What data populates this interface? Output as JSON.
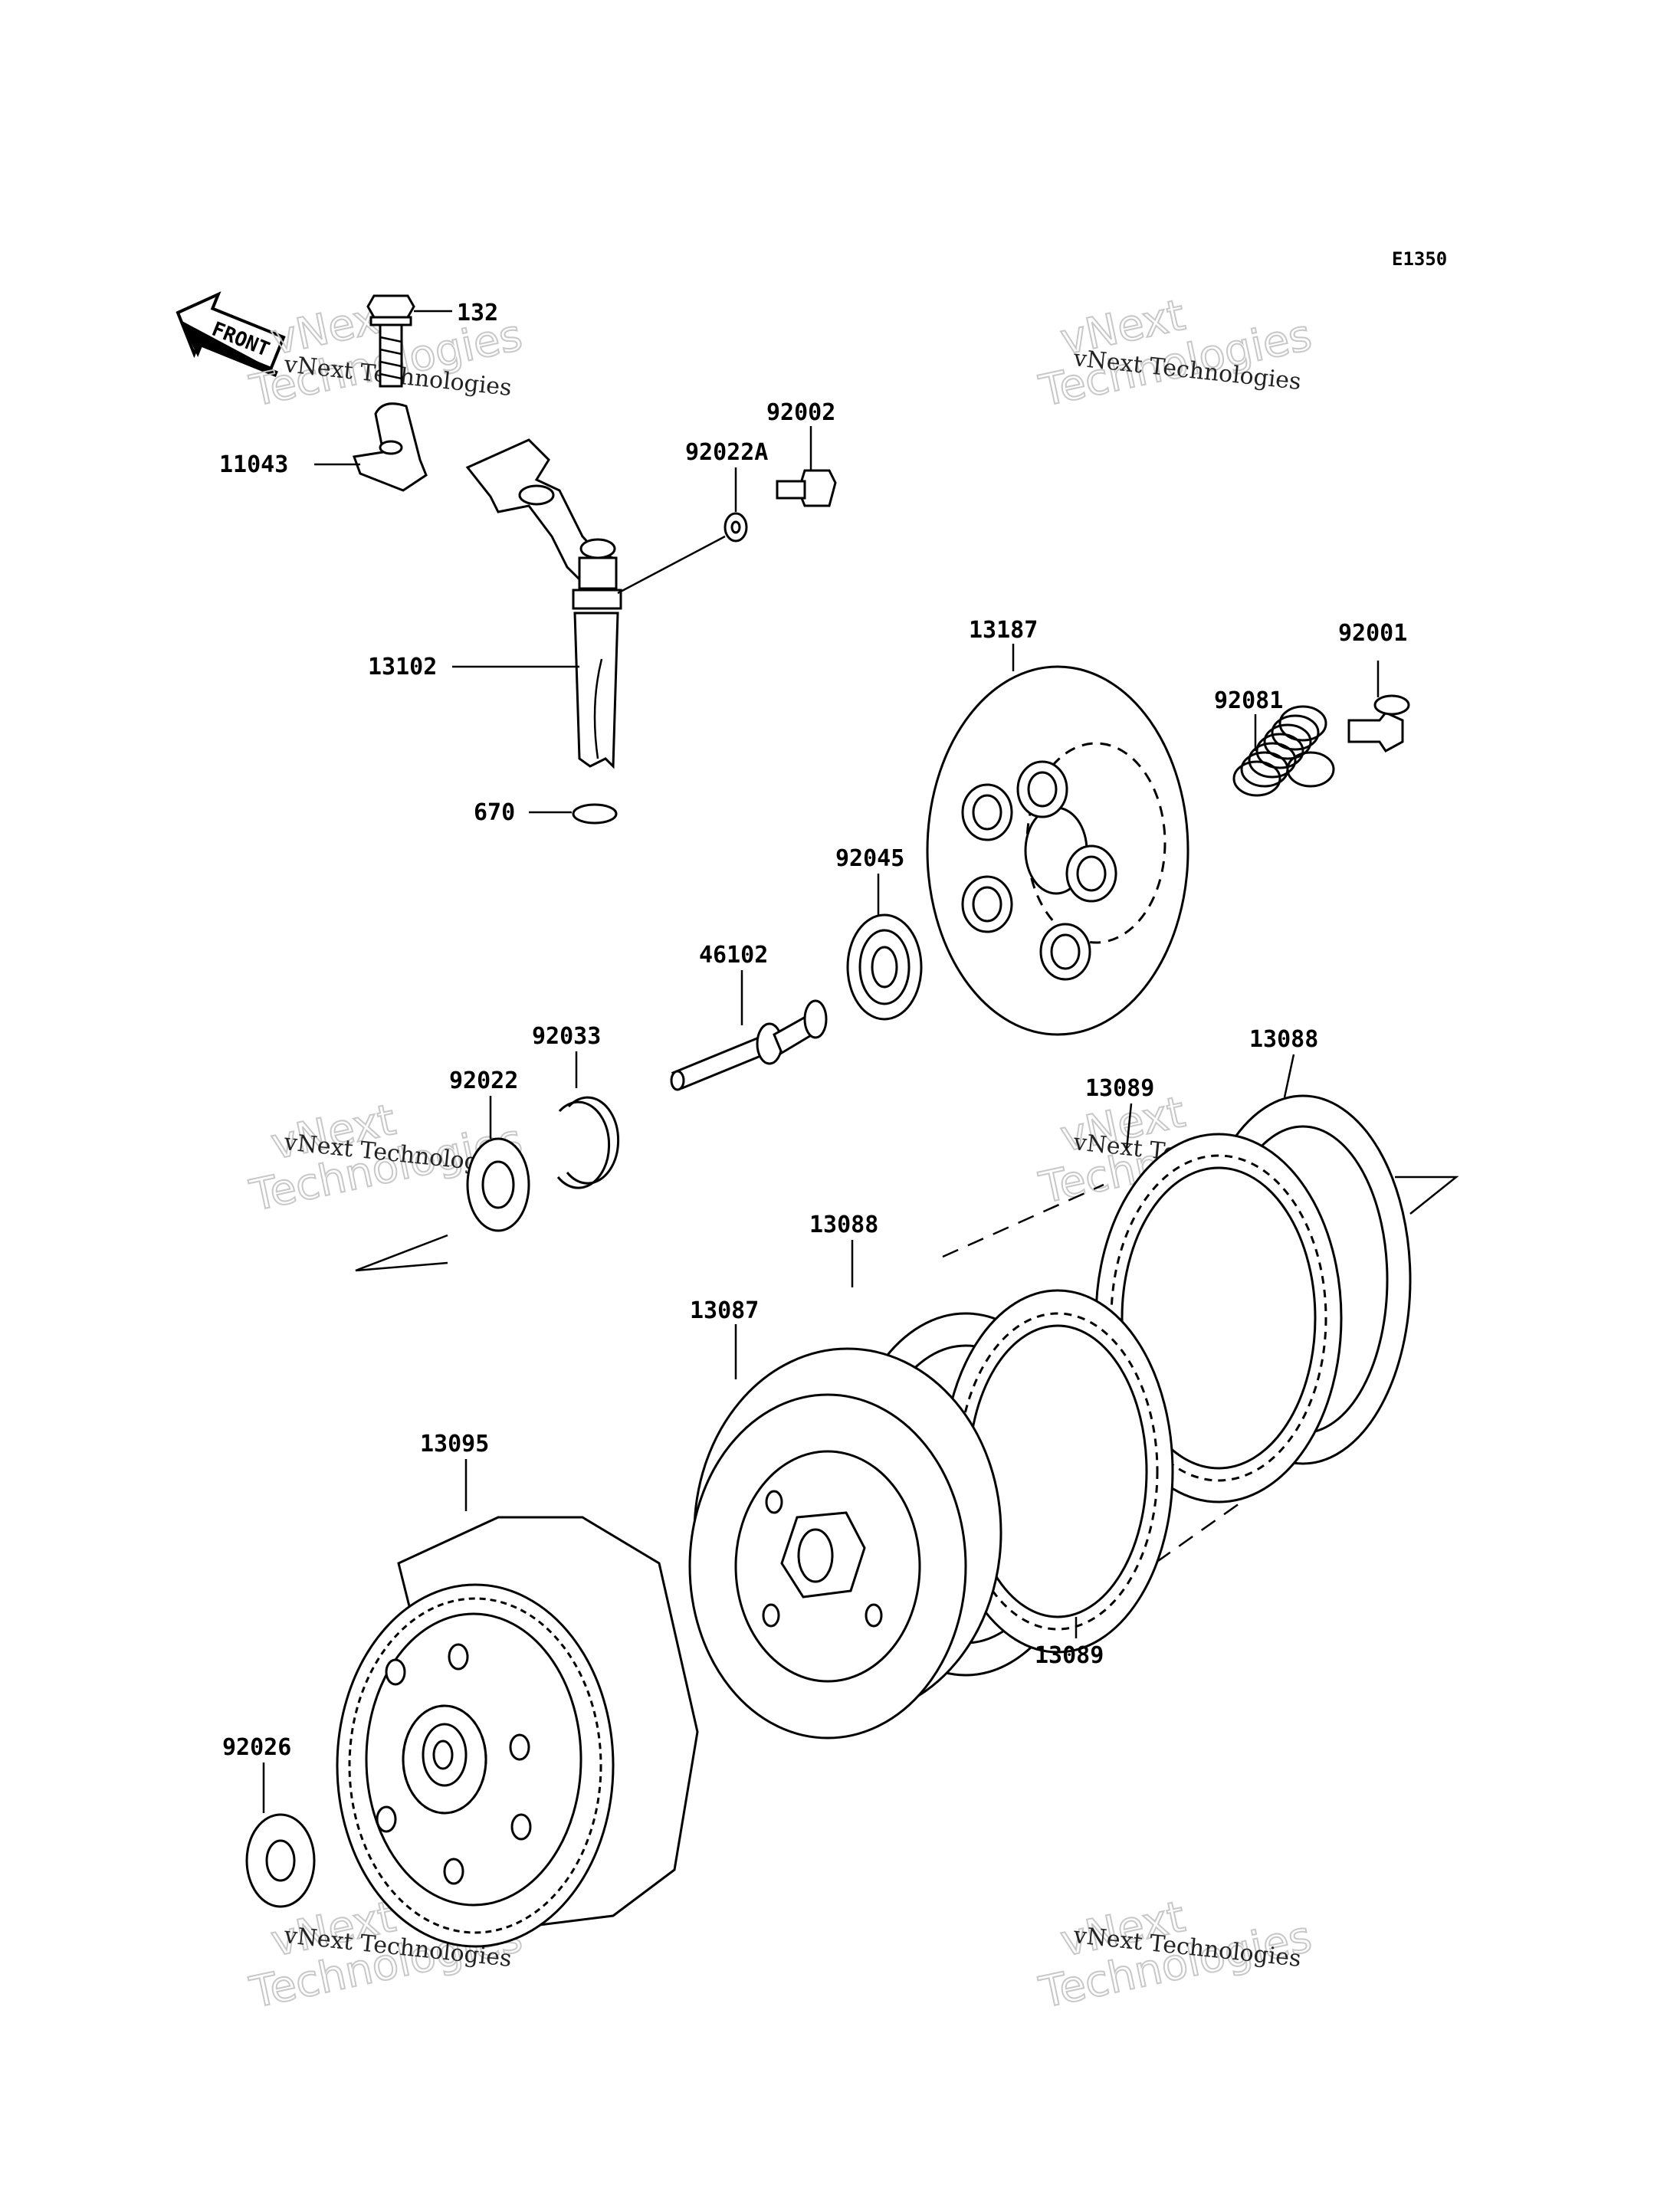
{
  "diagram_code": "E1350",
  "front_label": "FRONT",
  "watermark": {
    "line1": "vNext",
    "line2": "Technologies",
    "caption": "vNext Technologies"
  },
  "parts": [
    {
      "id": "p132",
      "label": "132"
    },
    {
      "id": "p11043",
      "label": "11043"
    },
    {
      "id": "p92002",
      "label": "92002"
    },
    {
      "id": "p92022A",
      "label": "92022A"
    },
    {
      "id": "p13102",
      "label": "13102"
    },
    {
      "id": "p670",
      "label": "670"
    },
    {
      "id": "p13187",
      "label": "13187"
    },
    {
      "id": "p92001",
      "label": "92001"
    },
    {
      "id": "p92081",
      "label": "92081"
    },
    {
      "id": "p92045",
      "label": "92045"
    },
    {
      "id": "p46102",
      "label": "46102"
    },
    {
      "id": "p92033",
      "label": "92033"
    },
    {
      "id": "p92022",
      "label": "92022"
    },
    {
      "id": "p13088a",
      "label": "13088"
    },
    {
      "id": "p13089a",
      "label": "13089"
    },
    {
      "id": "p13088b",
      "label": "13088"
    },
    {
      "id": "p13087",
      "label": "13087"
    },
    {
      "id": "p13095",
      "label": "13095"
    },
    {
      "id": "p13089b",
      "label": "13089"
    },
    {
      "id": "p92026",
      "label": "92026"
    }
  ]
}
